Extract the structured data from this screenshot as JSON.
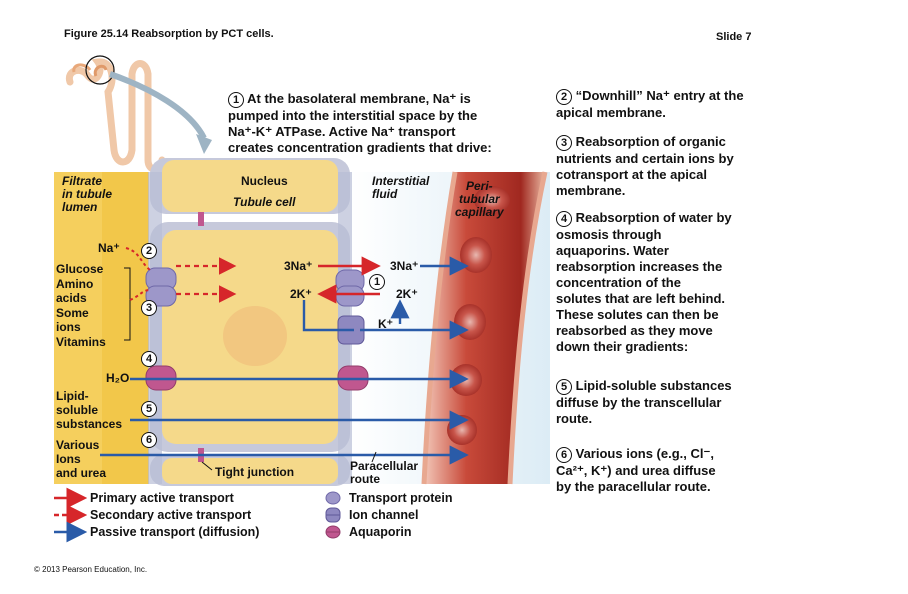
{
  "title": "Figure 25.14  Reabsorption by PCT cells.",
  "slide": "Slide 7",
  "copyright": "© 2013 Pearson Education, Inc.",
  "steps": {
    "s1": {
      "num": "1",
      "lines": [
        "At the basolateral membrane, Na⁺ is",
        "pumped into the interstitial space by the",
        "Na⁺-K⁺ ATPase. Active Na⁺ transport",
        "creates concentration gradients that drive:"
      ]
    },
    "s2": {
      "num": "2",
      "lines": [
        "“Downhill” Na⁺ entry at the",
        "apical membrane."
      ]
    },
    "s3": {
      "num": "3",
      "lines": [
        "Reabsorption of organic",
        "nutrients and certain ions by",
        "cotransport at the apical",
        "membrane."
      ]
    },
    "s4": {
      "num": "4",
      "lines": [
        "Reabsorption of water by",
        "osmosis through",
        "aquaporins. Water",
        "reabsorption increases the",
        "concentration of the",
        "solutes that are left behind.",
        "These solutes can then be",
        "reabsorbed as they move",
        "down their gradients:"
      ]
    },
    "s5": {
      "num": "5",
      "lines": [
        "Lipid-soluble substances",
        "diffuse by the transcellular",
        "route."
      ]
    },
    "s6": {
      "num": "6",
      "lines": [
        "Various ions (e.g., Cl⁻,",
        "Ca²⁺, K⁺) and urea diffuse",
        "by the paracellular route."
      ]
    }
  },
  "regions": {
    "filtrate": [
      "Filtrate",
      "in tubule",
      "lumen"
    ],
    "nucleus": "Nucleus",
    "tubule_cell": "Tubule cell",
    "interstitial": [
      "Interstitial",
      "fluid"
    ],
    "capillary": [
      "Peri-",
      "tubular",
      "capillary"
    ]
  },
  "substances": {
    "na": "Na⁺",
    "organics": [
      "Glucose",
      "Amino",
      "acids",
      "Some",
      "ions",
      "Vitamins"
    ],
    "water": "H₂O",
    "lipid": [
      "Lipid-",
      "soluble",
      "substances"
    ],
    "ions_urea": [
      "Various",
      "Ions",
      "and urea"
    ]
  },
  "pump": {
    "na_in": "3Na⁺",
    "na_out": "3Na⁺",
    "k_in": "2K⁺",
    "k_out": "2K⁺",
    "k_channel": "K⁺",
    "num": "1"
  },
  "diagram_nums": {
    "n2": "2",
    "n3": "3",
    "n4": "4",
    "n5": "5",
    "n6": "6"
  },
  "labels": {
    "tight_junction": "Tight junction",
    "paracellular": [
      "Paracellular",
      "route"
    ]
  },
  "legend": {
    "arrows": [
      "Primary active transport",
      "Secondary active transport",
      "Passive transport (diffusion)"
    ],
    "proteins": [
      "Transport protein",
      "Ion channel",
      "Aquaporin"
    ]
  },
  "colors": {
    "red": "#d6262a",
    "blue": "#2a5ba8",
    "cell": "#f5d98a",
    "lumen": "#f2c74a",
    "purple": "#9d97c9",
    "pink": "#c0578f",
    "capillary": "#b8372d"
  }
}
